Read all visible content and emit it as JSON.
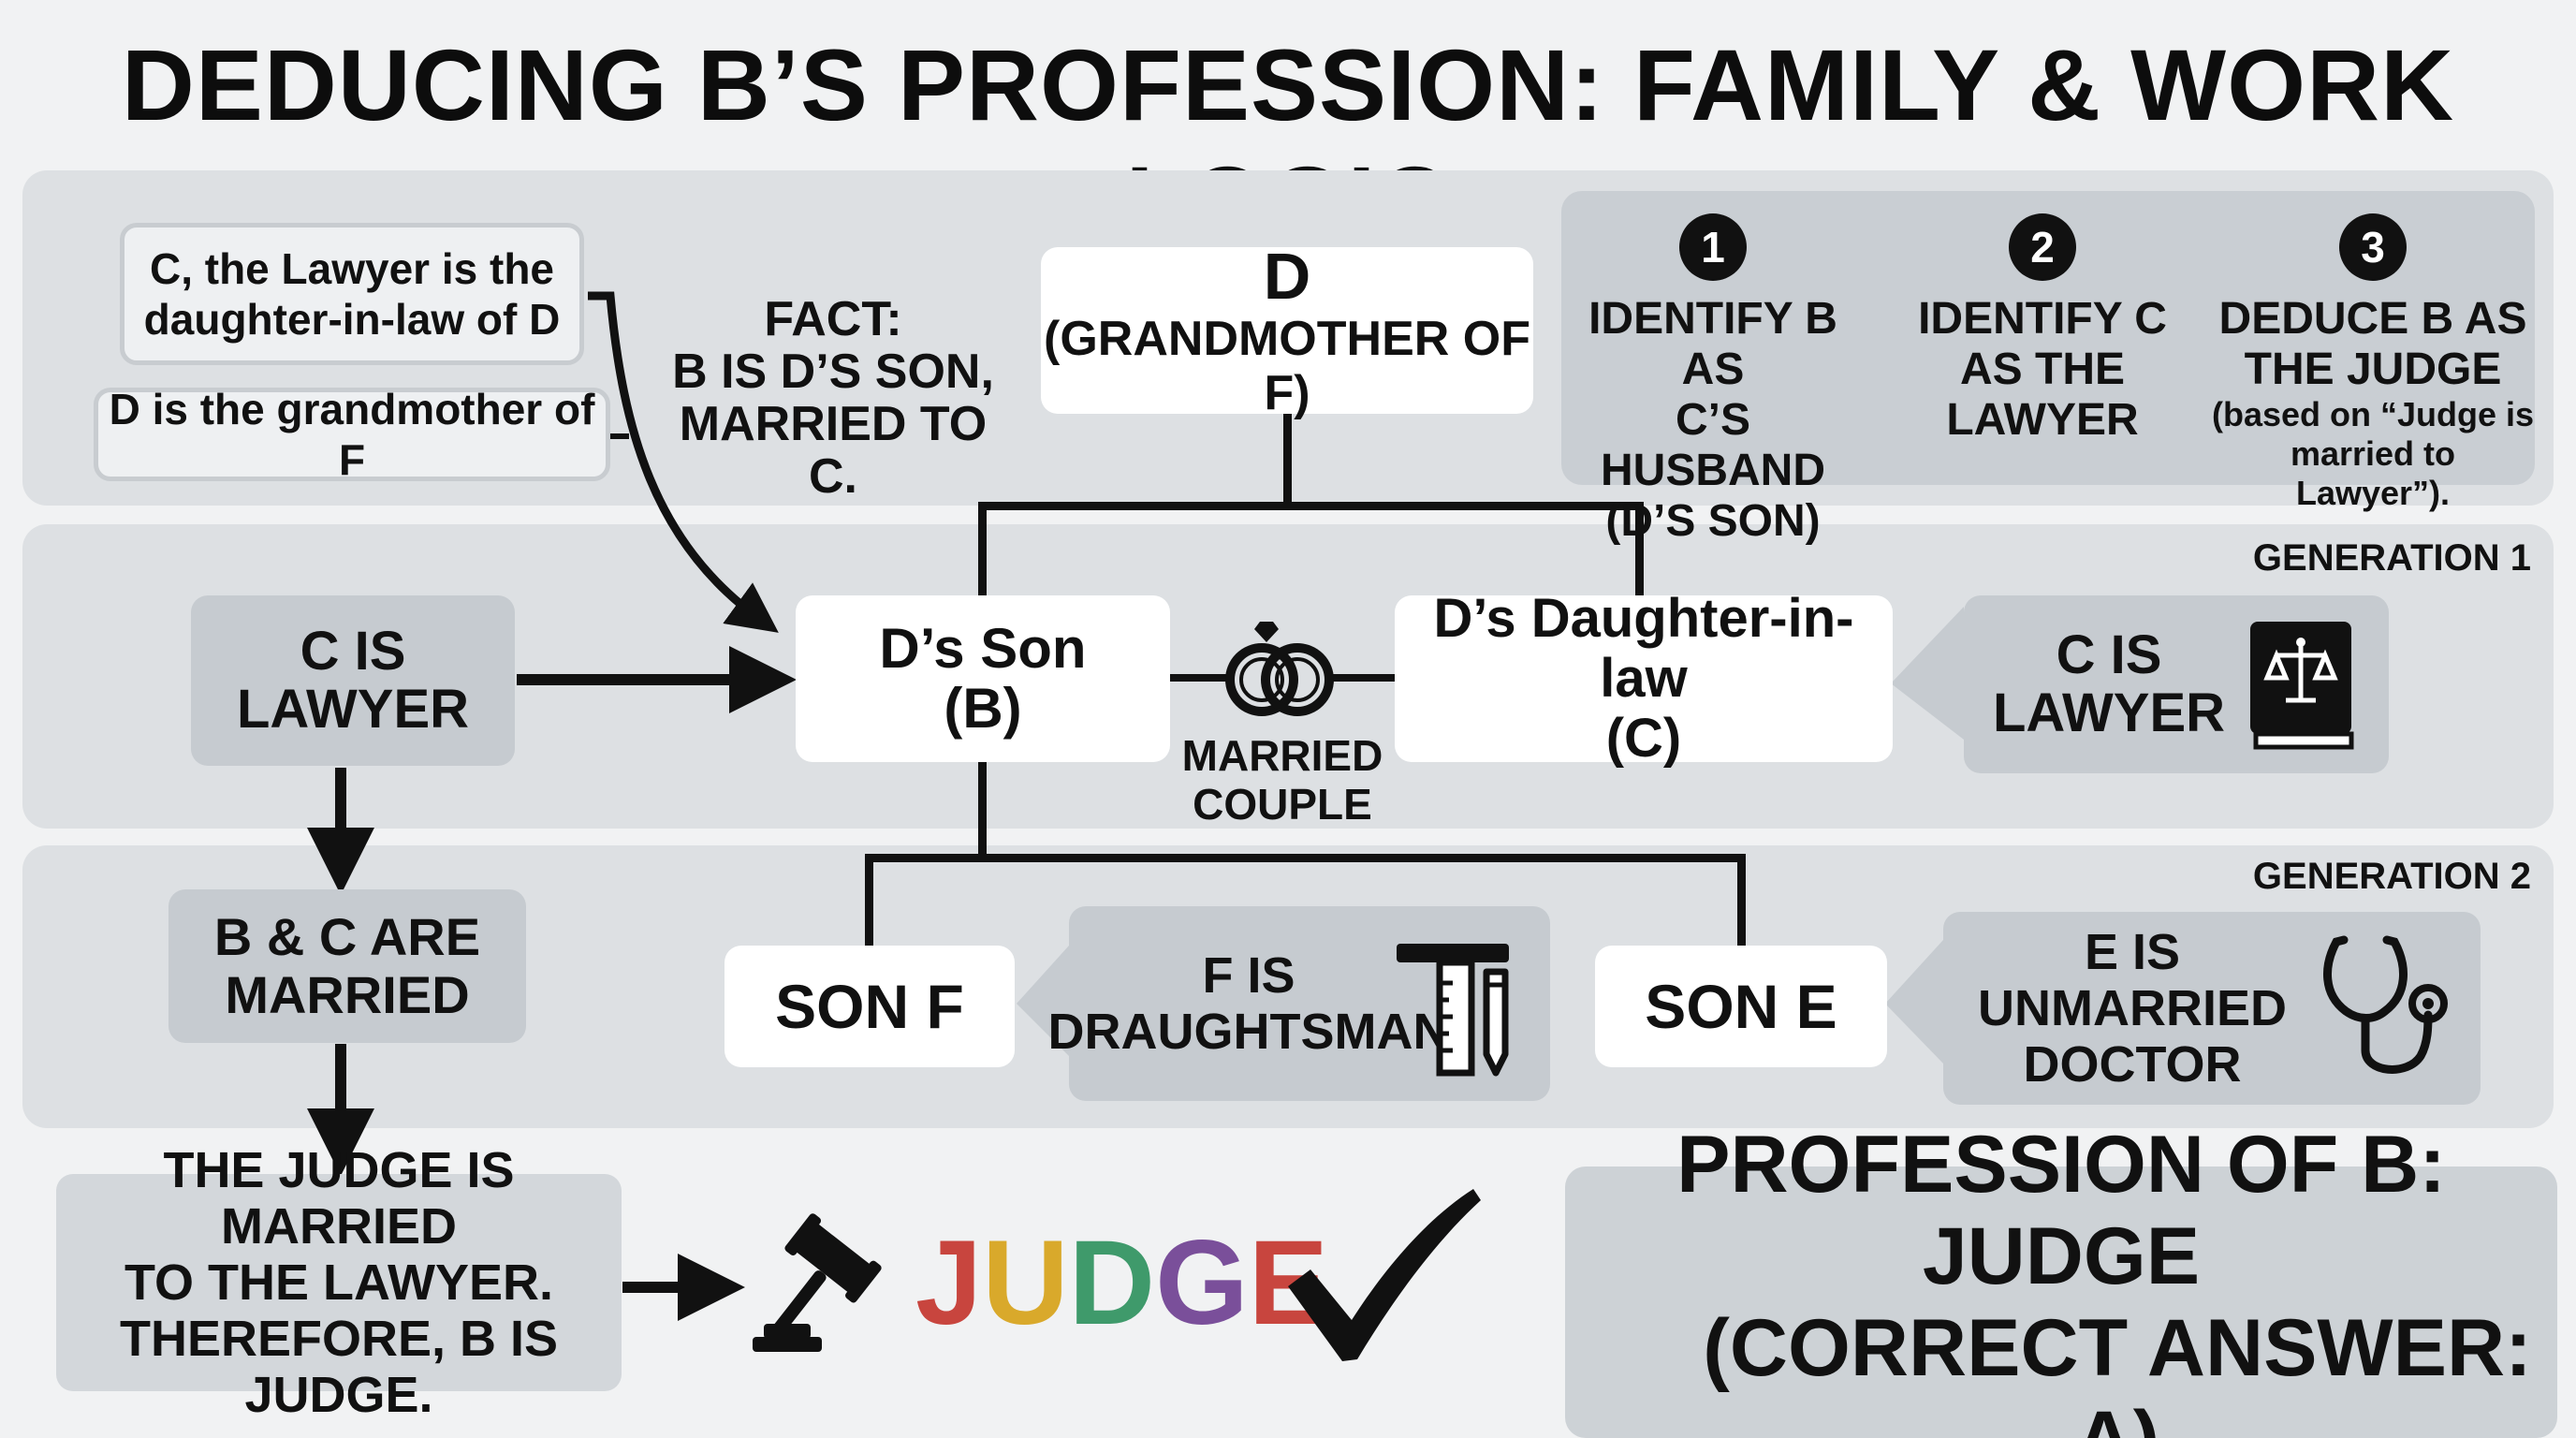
{
  "title": "DEDUCING B’S PROFESSION: FAMILY & WORK LOGIC",
  "notes": {
    "c_lawyer": "C, the Lawyer is the daughter-in-law of D",
    "d_grandmother": "D is the grandmother of F"
  },
  "fact": {
    "line1": "FACT:",
    "line2": "B IS D’S SON,",
    "line3": "MARRIED TO C."
  },
  "top_node": {
    "name": "D",
    "role": "(GRANDMOTHER OF F)"
  },
  "steps": [
    {
      "num": "1",
      "lines": [
        "IDENTIFY B AS",
        "C’S HUSBAND",
        "(D’S SON)"
      ]
    },
    {
      "num": "2",
      "lines": [
        "IDENTIFY C",
        "AS THE",
        "LAWYER"
      ]
    },
    {
      "num": "3",
      "lines": [
        "DEDUCE B AS",
        "THE JUDGE"
      ],
      "sub": [
        "(based on “Judge is",
        "married to Lawyer”)."
      ]
    }
  ],
  "generation1": {
    "label": "GENERATION 1",
    "son": {
      "line1": "D’s Son",
      "line2": "(B)"
    },
    "dil": {
      "line1": "D’s Daughter-in-law",
      "line2": "(C)"
    },
    "married": {
      "line1": "MARRIED",
      "line2": "COUPLE"
    },
    "c_lawyer_left": {
      "line1": "C IS",
      "line2": "LAWYER"
    },
    "c_lawyer_right": {
      "line1": "C IS",
      "line2": "LAWYER"
    }
  },
  "generation2": {
    "label": "GENERATION 2",
    "son_f": "SON F",
    "son_e": "SON E",
    "f_info": {
      "line1": "F IS",
      "line2": "DRAUGHTSMAN"
    },
    "e_info": {
      "line1": "E IS",
      "line2": "UNMARRIED",
      "line3": "DOCTOR"
    }
  },
  "left_chain": {
    "married": {
      "line1": "B & C ARE",
      "line2": "MARRIED"
    },
    "conclusion": {
      "line1": "THE JUDGE IS MARRIED",
      "line2": "TO THE LAWYER.",
      "line3": "THEREFORE, B IS JUDGE."
    }
  },
  "judge_word": [
    "J",
    "U",
    "D",
    "G",
    "E"
  ],
  "judge_colors": [
    "#c8453e",
    "#d9a92b",
    "#3f9a6b",
    "#7a4f9a",
    "#c8453e"
  ],
  "answer": {
    "line1": "PROFESSION OF B: JUDGE",
    "line2": "(CORRECT ANSWER: A)"
  },
  "icons": {
    "rings": "rings-icon",
    "law_book": "law-book-icon",
    "ruler_pencil": "ruler-pencil-icon",
    "stethoscope": "stethoscope-icon",
    "gavel": "gavel-icon",
    "check": "checkmark-icon"
  }
}
